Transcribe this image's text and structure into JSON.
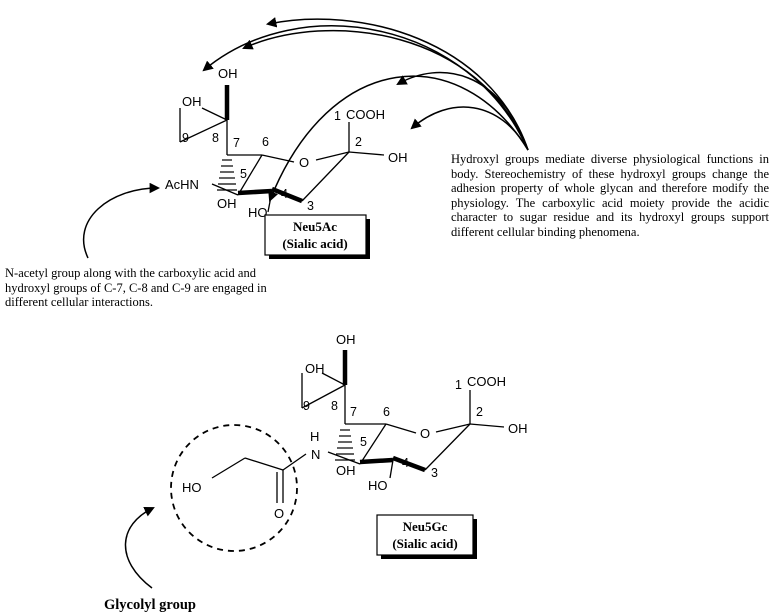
{
  "neu5ac": {
    "oh_top": "OH",
    "oh_c9": "OH",
    "c9": "9",
    "c8": "8",
    "c7": "7",
    "c6": "6",
    "c5": "5",
    "c4": "4",
    "c3": "3",
    "c2": "2",
    "c1": "1",
    "cooh": "COOH",
    "oh_c2": "OH",
    "ring_o": "O",
    "achn": "AcHN",
    "oh_c7": "OH",
    "ho_c4": "HO",
    "name": "Neu5Ac",
    "alias": "(Sialic acid)"
  },
  "neu5gc": {
    "oh_top": "OH",
    "oh_c9": "OH",
    "c9": "9",
    "c8": "8",
    "c7": "7",
    "c6": "6",
    "c5": "5",
    "c4": "4",
    "c3": "3",
    "c2": "2",
    "c1": "1",
    "cooh": "COOH",
    "oh_c2": "OH",
    "ring_o": "O",
    "n": "N",
    "h": "H",
    "oh_c7": "OH",
    "ho_c4": "HO",
    "ho_glycolyl": "HO",
    "carbonyl_o": "O",
    "name": "Neu5Gc",
    "alias": "(Sialic acid)"
  },
  "captions": {
    "hydroxyl": "Hydroxyl groups mediate diverse physiological functions in body. Stereochemistry of these hydroxyl groups change the adhesion property of whole glycan and therefore modify the physiology. The carboxylic acid moiety provide the acidic character to sugar residue and its hydroxyl groups support different cellular binding phenomena.",
    "acetyl": "N-acetyl group along with the carboxylic acid and hydroxyl groups of C-7, C-8 and C-9 are engaged in different cellular interactions.",
    "glycolyl": "Glycolyl group"
  }
}
